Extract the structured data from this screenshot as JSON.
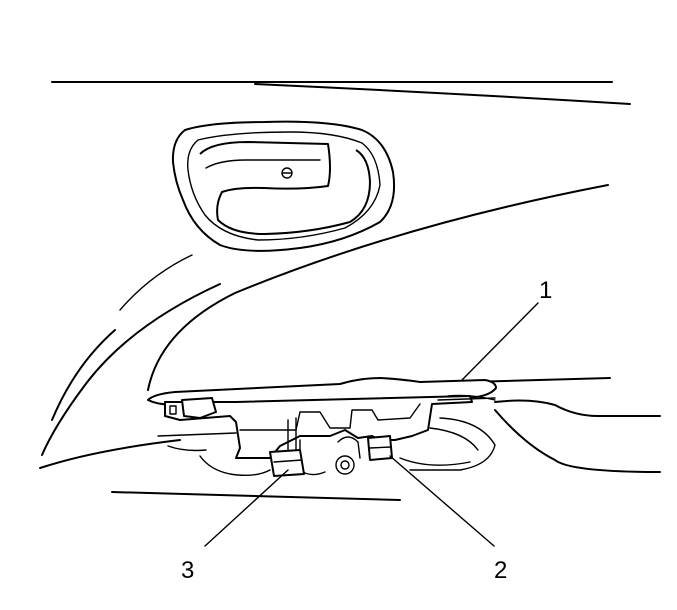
{
  "callouts": [
    {
      "id": "callout-1",
      "label": "1"
    },
    {
      "id": "callout-2",
      "label": "2"
    },
    {
      "id": "callout-3",
      "label": "3"
    }
  ],
  "colors": {
    "line": "#000000",
    "background": "#ffffff"
  }
}
